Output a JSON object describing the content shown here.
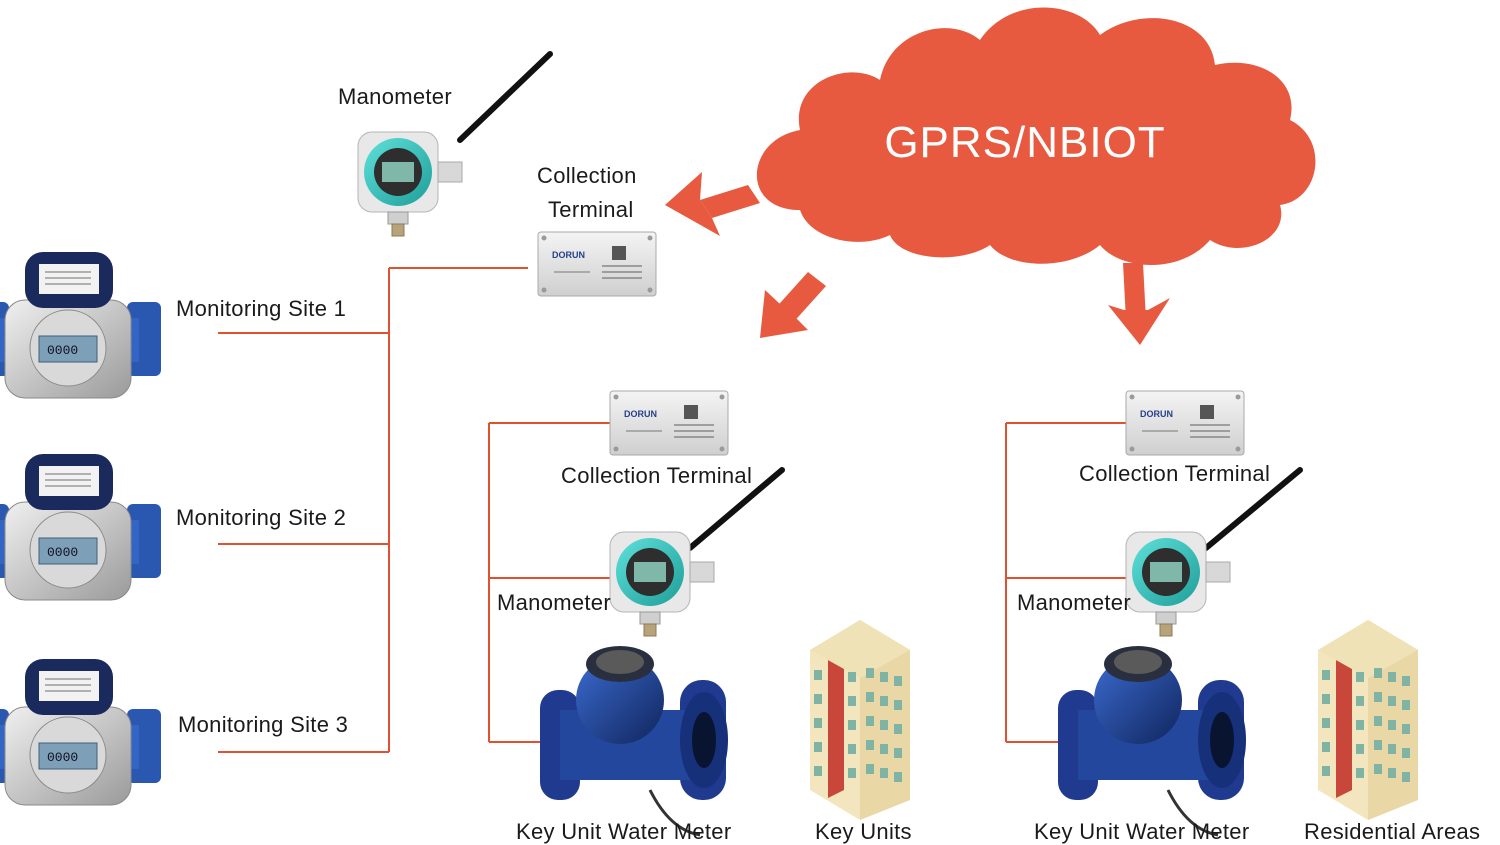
{
  "cloud": {
    "label": "GPRS/NBIOT"
  },
  "labels": {
    "manometer_top": "Manometer",
    "collection_top_line1": "Collection",
    "collection_top_line2": "Terminal",
    "site1": "Monitoring Site 1",
    "site2": "Monitoring Site 2",
    "site3": "Monitoring Site 3",
    "collection_mid": "Collection Terminal",
    "collection_right": "Collection Terminal",
    "manometer_mid": "Manometer",
    "manometer_right": "Manometer",
    "key_meter_mid": "Key Unit Water Meter",
    "key_units": "Key Units",
    "key_meter_right": "Key Unit Water Meter",
    "residential": "Residential Areas"
  },
  "device": {
    "brand": "DORUN"
  },
  "meter_display": "0000",
  "colors": {
    "accent": "#e75a40",
    "line": "#e0512f",
    "teal": "#3cc4c0",
    "meter_blue": "#1d3d8c",
    "sensus_blue": "#1f5aa8",
    "building_cream": "#f5ecc9",
    "building_red": "#c9473a"
  }
}
